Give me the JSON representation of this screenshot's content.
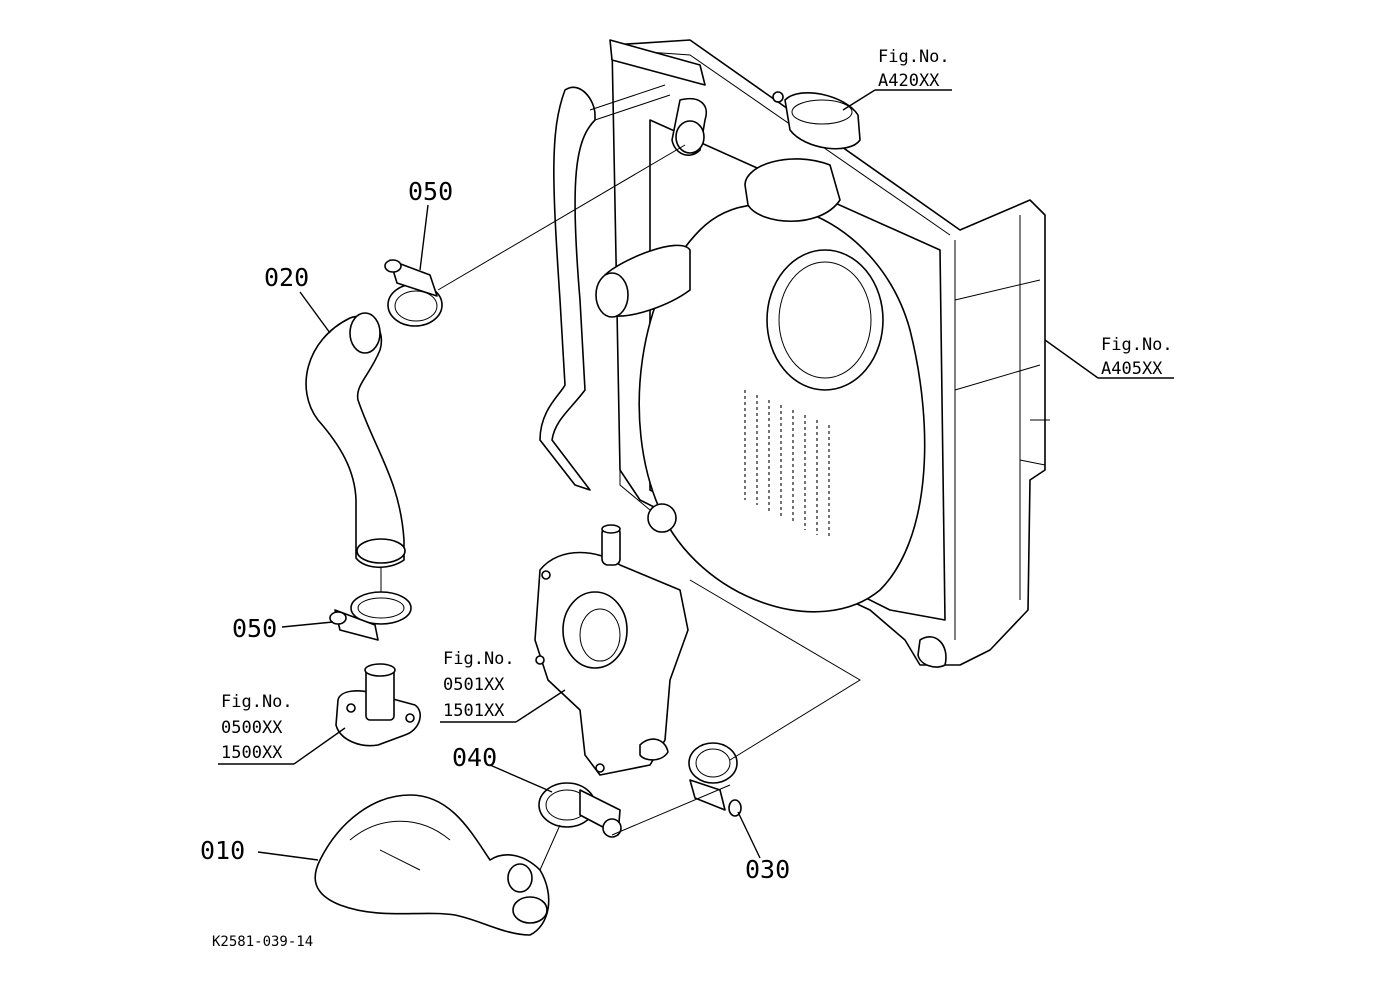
{
  "callouts": [
    {
      "id": "c010",
      "text": "010"
    },
    {
      "id": "c020",
      "text": "020"
    },
    {
      "id": "c030",
      "text": "030"
    },
    {
      "id": "c040",
      "text": "040"
    },
    {
      "id": "c050a",
      "text": "050"
    },
    {
      "id": "c050b",
      "text": "050"
    }
  ],
  "figure_refs": {
    "a420": {
      "line1": "Fig.No.",
      "line2": "A420XX"
    },
    "a405": {
      "line1": "Fig.No.",
      "line2": "A405XX"
    },
    "f0501": {
      "line1": "Fig.No.",
      "line2": "0501XX",
      "line3": "1501XX"
    },
    "f0500": {
      "line1": "Fig.No.",
      "line2": "0500XX",
      "line3": "1500XX"
    }
  },
  "drawing_code": "K2581-039-14"
}
